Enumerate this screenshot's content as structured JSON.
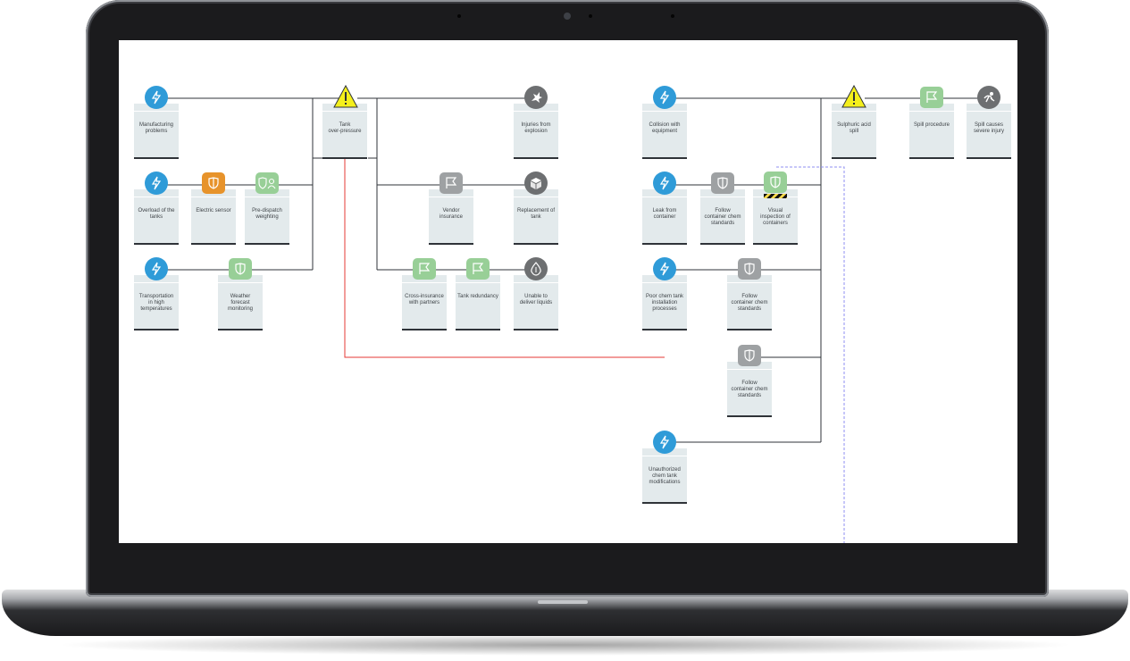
{
  "colors": {
    "threat": "#2f9bd8",
    "consequence": "#6d6f71",
    "barrier_inactive": "#9ea1a3",
    "barrier_active": "#98cf97",
    "barrier_warning": "#e7932b",
    "hazard": "#f4ef1c",
    "escalation_line": "#e53935",
    "dashed_link": "#8f8ff0"
  },
  "nodes": [
    {
      "id": "n1",
      "kind": "threat",
      "icon": "lightning-icon",
      "label": "Manufacturing\nproblems"
    },
    {
      "id": "n2",
      "kind": "threat",
      "icon": "lightning-icon",
      "label": "Overload of the\ntanks"
    },
    {
      "id": "n3",
      "kind": "barrier",
      "status": "warning",
      "icon": "shield-icon",
      "label": "Electric sensor"
    },
    {
      "id": "n4",
      "kind": "barrier",
      "status": "active",
      "icon": "shield-person-icon",
      "label": "Pre-dispatch\nweighting"
    },
    {
      "id": "n5",
      "kind": "threat",
      "icon": "lightning-icon",
      "label": "Transportation\nin high\ntemperatures"
    },
    {
      "id": "n6",
      "kind": "barrier",
      "status": "active",
      "icon": "shield-icon",
      "label": "Weather\nforecast\nmonitoring"
    },
    {
      "id": "n7",
      "kind": "hazard",
      "icon": "warning-icon",
      "label": "Tank\nover-pressure"
    },
    {
      "id": "n8",
      "kind": "consequence",
      "icon": "explosion-icon",
      "label": "Injuries from\nexplosion"
    },
    {
      "id": "n9",
      "kind": "barrier",
      "status": "inactive",
      "icon": "flag-icon",
      "label": "Vendor\ninsurance"
    },
    {
      "id": "n10",
      "kind": "consequence",
      "icon": "box-icon",
      "label": "Replacement of\ntank"
    },
    {
      "id": "n11",
      "kind": "barrier",
      "status": "active",
      "icon": "flag-icon",
      "label": "Cross-insurance\nwith partners"
    },
    {
      "id": "n12",
      "kind": "barrier",
      "status": "active",
      "icon": "flag-icon",
      "label": "Tank redundancy"
    },
    {
      "id": "n13",
      "kind": "consequence",
      "icon": "drop-icon",
      "label": "Unable to\ndeliver liquids"
    },
    {
      "id": "n14",
      "kind": "threat",
      "icon": "lightning-icon",
      "label": "Collision with\nequipment"
    },
    {
      "id": "n15",
      "kind": "hazard",
      "icon": "warning-icon",
      "label": "Sulphuric acid\nspill"
    },
    {
      "id": "n16",
      "kind": "barrier",
      "status": "active",
      "icon": "flag-icon",
      "label": "Spill procedure"
    },
    {
      "id": "n17",
      "kind": "consequence",
      "icon": "fall-icon",
      "label": "Spill causes\nsevere injury"
    },
    {
      "id": "n18",
      "kind": "threat",
      "icon": "lightning-icon",
      "label": "Leak from\ncontainer"
    },
    {
      "id": "n19",
      "kind": "barrier",
      "status": "inactive",
      "icon": "shield-icon",
      "label": "Follow\ncontainer chem\nstandards"
    },
    {
      "id": "n20",
      "kind": "barrier",
      "status": "active",
      "hatched": true,
      "icon": "shield-icon",
      "label": "Visual\ninspection of\ncontainers"
    },
    {
      "id": "n21",
      "kind": "threat",
      "icon": "lightning-icon",
      "label": "Poor chem tank\ninstallation\nprocesses"
    },
    {
      "id": "n22",
      "kind": "barrier",
      "status": "inactive",
      "icon": "shield-icon",
      "label": "Follow\ncontainer chem\nstandards"
    },
    {
      "id": "n23",
      "kind": "barrier",
      "status": "inactive",
      "icon": "shield-icon",
      "label": "Follow\ncontainer chem\nstandards"
    },
    {
      "id": "n24",
      "kind": "threat",
      "icon": "lightning-icon",
      "label": "Unauthorized\nchem tank\nmodifications"
    }
  ]
}
